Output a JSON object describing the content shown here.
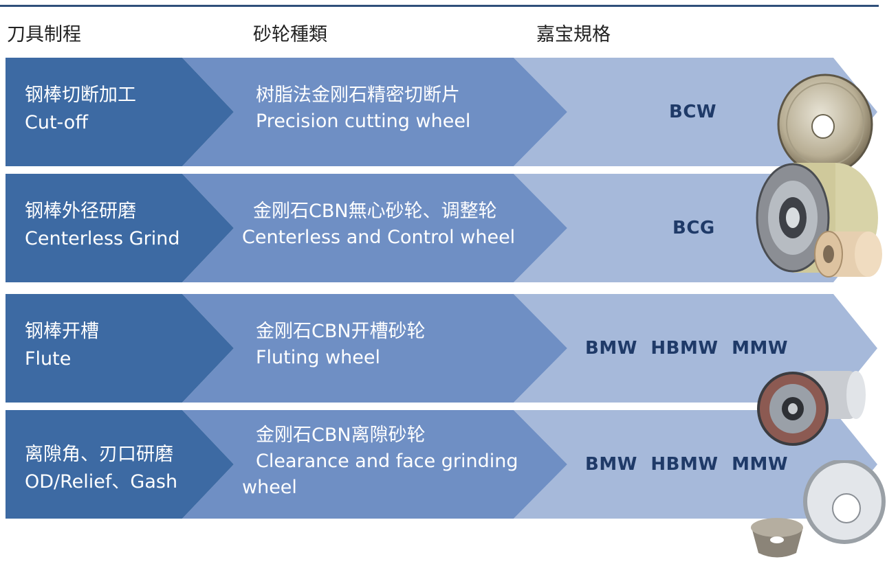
{
  "headers": {
    "process": "刀具制程",
    "wheel_type": "砂轮種類",
    "spec": "嘉宝規格"
  },
  "colors": {
    "col1": "#3d6aa3",
    "col2": "#6f8fc4",
    "col3": "#a6b9da",
    "code_text": "#1f3a68",
    "rule": "#2f4f7a"
  },
  "rows": [
    {
      "process_zh": "钢棒切断加工",
      "process_en": "Cut-off",
      "wheel_line1": "树脂法金刚石精密切断片",
      "wheel_line2": "Precision cutting wheel",
      "wheel_line3": "",
      "codes": "BCW",
      "image_icon": "cutoff-wheel-image"
    },
    {
      "process_zh": "钢棒外径研磨",
      "process_en": "Centerless Grind",
      "wheel_line1": "金刚石CBN無心砂轮、调整轮",
      "wheel_line2": "Centerless and Control wheel",
      "wheel_line3": "",
      "codes": "BCG",
      "image_icon": "centerless-wheel-image"
    },
    {
      "process_zh": "钢棒开槽",
      "process_en": "Flute",
      "wheel_line1": "金刚石CBN开槽砂轮",
      "wheel_line2": "Fluting wheel",
      "wheel_line3": "",
      "codes": "BMW HBMW MMW",
      "image_icon": "fluting-wheel-image"
    },
    {
      "process_zh": "离隙角、刃口研磨",
      "process_en": "OD/Relief、Gash",
      "wheel_line1": "金刚石CBN离隙砂轮",
      "wheel_line2": "Clearance and face grinding",
      "wheel_line3": "wheel",
      "codes": "BMW HBMW MMW",
      "image_icon": "cup-wheel-image"
    }
  ]
}
